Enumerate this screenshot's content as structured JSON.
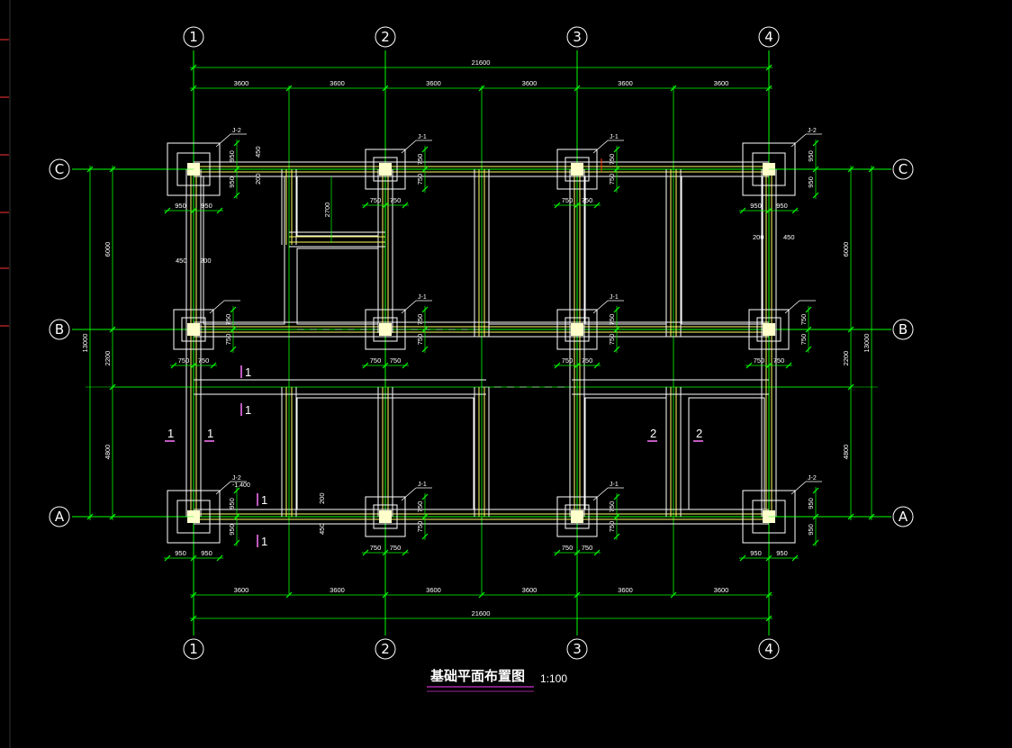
{
  "colors": {
    "background": "#000000",
    "axis": "#00ff00",
    "dimension": "#00ff00",
    "wall": "#ffffff",
    "footing_line": "#ffff66",
    "column": "#ffffcc",
    "left_ruler_tick": "#ff3333",
    "title_underline": "#cc33cc",
    "section_mark": "#ff77ff",
    "text": "#ffffff"
  },
  "axes": {
    "columns": [
      "1",
      "2",
      "3",
      "4"
    ],
    "rows": [
      "A",
      "B",
      "C"
    ]
  },
  "dimensions": {
    "overall_width": "21600",
    "bay_widths": [
      "3600",
      "3600",
      "3600",
      "3600",
      "3600",
      "3600"
    ],
    "overall_depth": "13000",
    "left_segments": [
      "6000",
      "2200",
      "4800"
    ],
    "right_segments": [
      "6000",
      "2200",
      "4800"
    ],
    "corner_footing_halfwidths": [
      "950",
      "950"
    ],
    "inner_footing_halfwidths": [
      "750",
      "750"
    ],
    "beam_offsets": [
      "450",
      "200"
    ],
    "inner_span_c": "2700"
  },
  "footing_labels": {
    "j1": "J-1",
    "j2": "J-2",
    "j2_elevation": "-1.400"
  },
  "section_marks": {
    "s1": "1",
    "s2": "2"
  },
  "drawing_title": "基础平面布置图",
  "scale": "1:100"
}
